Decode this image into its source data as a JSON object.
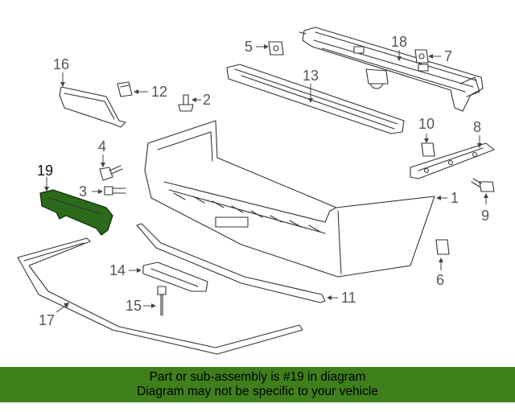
{
  "colors": {
    "background": "#ffffff",
    "line": "#333333",
    "callout_text": "#555555",
    "highlight_part": "#2b6a1a",
    "banner": "#3f7f1c",
    "banner_text": "#000000"
  },
  "callouts": {
    "c1": "1",
    "c2": "2",
    "c3": "3",
    "c4": "4",
    "c5": "5",
    "c6": "6",
    "c7": "7",
    "c8": "8",
    "c9": "9",
    "c10": "10",
    "c11": "11",
    "c12": "12",
    "c13": "13",
    "c14": "14",
    "c15": "15",
    "c16": "16",
    "c17": "17",
    "c18": "18",
    "c19": "19"
  },
  "highlighted_part": "19",
  "banner": {
    "line1": "Part or sub-assembly is #19 in diagram",
    "line2": "Diagram may not be specific to your vehicle"
  }
}
